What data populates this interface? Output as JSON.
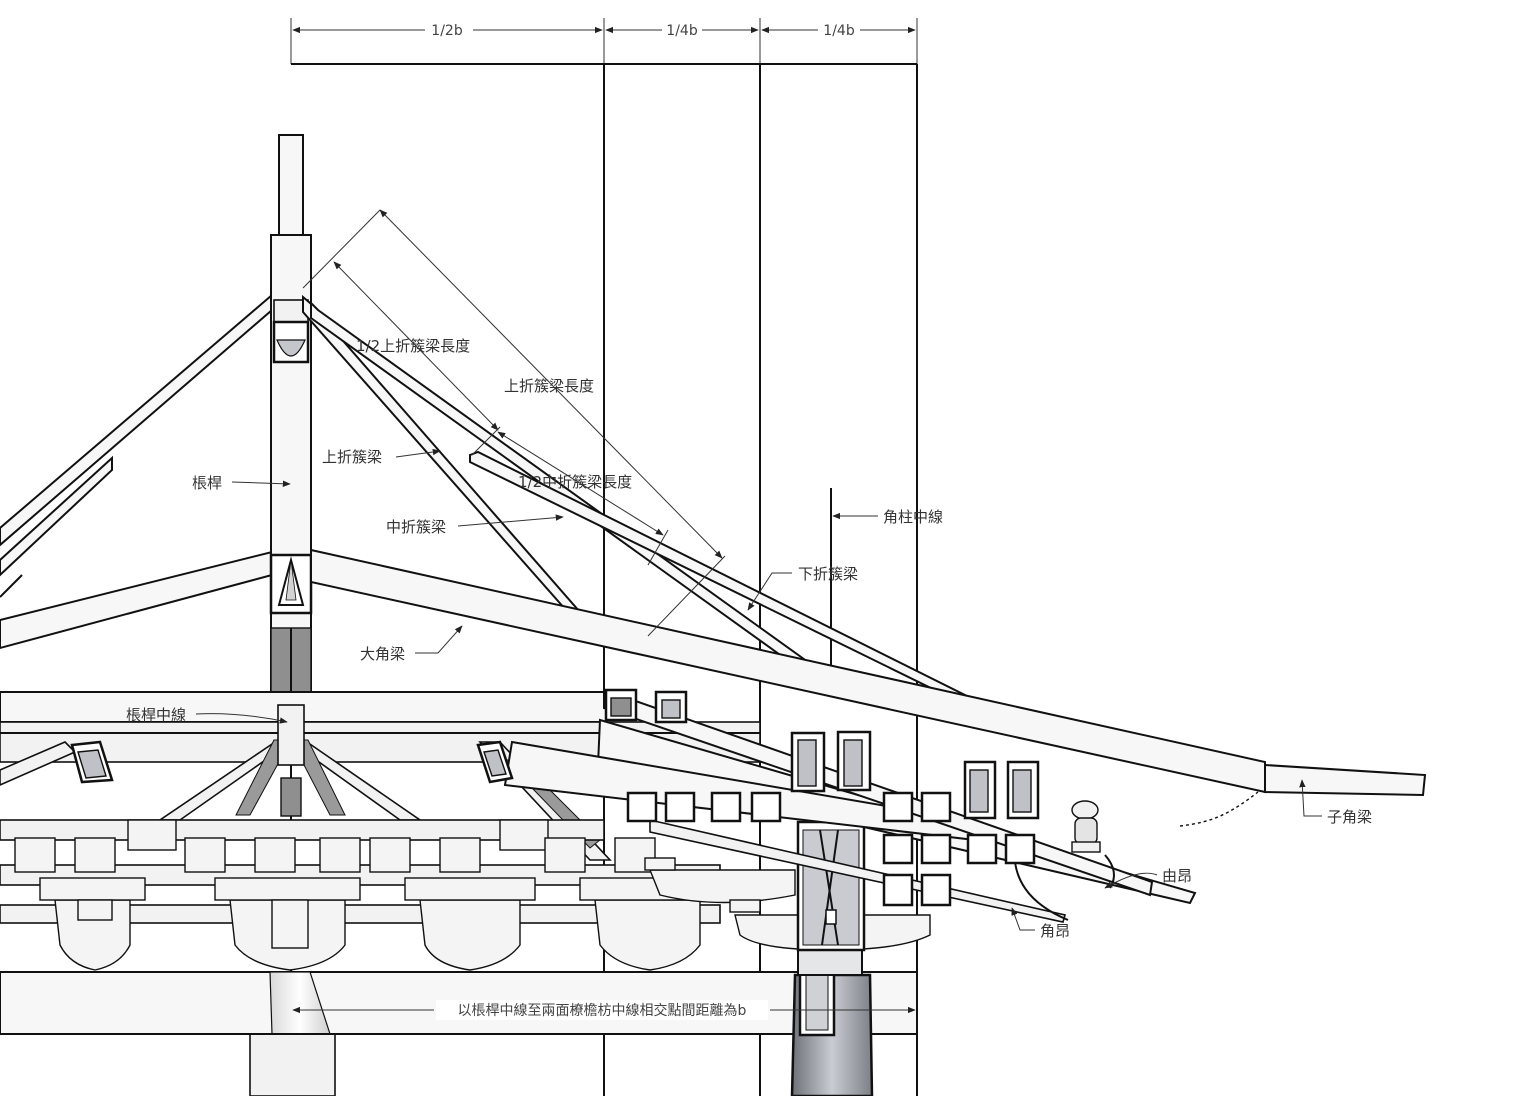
{
  "dimensions": {
    "half_b": "1/2b",
    "quarter_b_1": "1/4b",
    "quarter_b_2": "1/4b",
    "bottom_distance": "以棖桿中線至兩面橑檐枋中線相交點間距離為b"
  },
  "labels": {
    "cheng_gan": "棖桿",
    "cheng_gan_center": "棖桿中線",
    "upper_beam": "上折簇梁",
    "middle_beam": "中折簇梁",
    "lower_beam": "下折簇梁",
    "big_corner_beam": "大角梁",
    "corner_column_center": "角柱中線",
    "child_corner_beam": "子角梁",
    "you_ang": "由昂",
    "jiao_ang": "角昂",
    "half_upper_length": "1/2上折簇梁長度",
    "upper_length": "上折簇梁長度",
    "half_middle_length": "1/2中折簇梁長度"
  }
}
